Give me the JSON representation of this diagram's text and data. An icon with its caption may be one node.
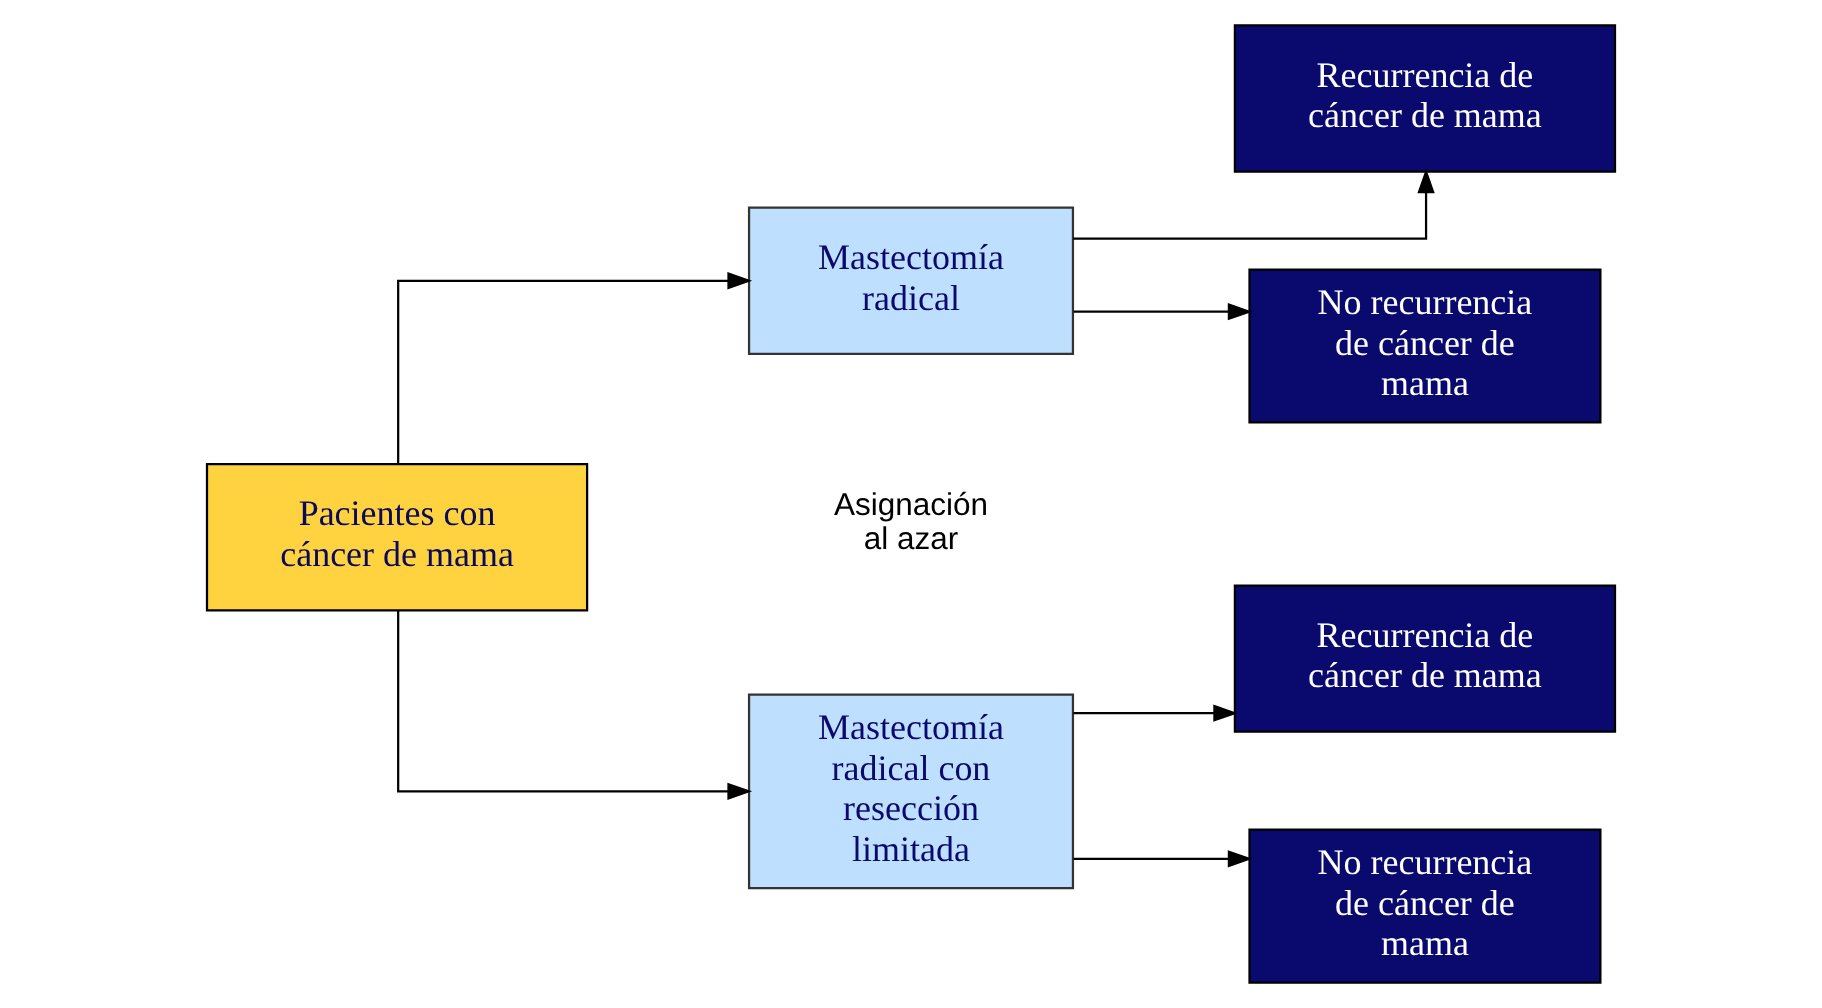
{
  "diagram": {
    "nodes": [
      {
        "text": [
          "Pacientes con cáncer de mama"
        ]
      },
      {
        "text": [
          "Mastectomía radical"
        ]
      },
      {
        "text": [
          "Mastectomía radical con resección limitada"
        ]
      },
      {
        "text": [
          "Recurrencia de cáncer de mama"
        ]
      },
      {
        "text": [
          "No recurrencia de cáncer de mama"
        ]
      },
      {
        "text": [
          "Recurrencia de cáncer de mama"
        ]
      },
      {
        "text": [
          "No recurrencia de cáncer de mama"
        ]
      }
    ],
    "edges": [
      {
        "from": 0,
        "to": 1,
        "arrow": "to"
      },
      {
        "from": 0,
        "to": 2,
        "arrow": "to"
      },
      {
        "from": 1,
        "to": 3,
        "arrow": "to"
      },
      {
        "from": 1,
        "to": 4,
        "arrow": "to"
      },
      {
        "from": 2,
        "to": 5,
        "arrow": "to"
      },
      {
        "from": 2,
        "to": 6,
        "arrow": "to"
      }
    ],
    "labels": [
      "Asignación al azar"
    ]
  }
}
